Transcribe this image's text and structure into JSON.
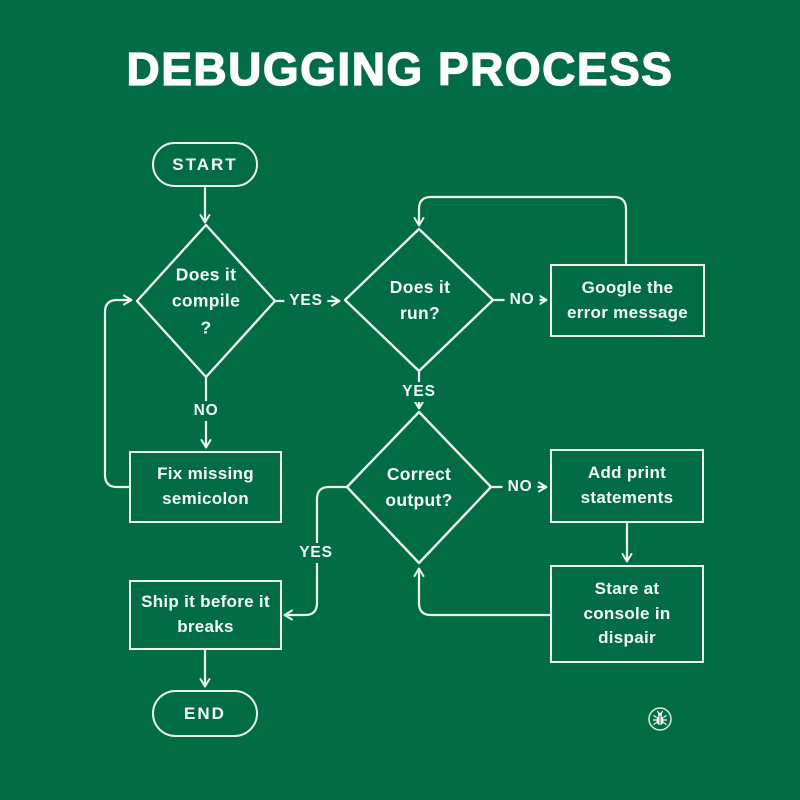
{
  "title": "DEBUGGING PROCESS",
  "colors": {
    "background": "#026c46",
    "line": "#edf5f0",
    "text": "#fdfefd"
  },
  "nodes": {
    "start": {
      "label": "START"
    },
    "compile": {
      "line1": "Does it",
      "line2": "compile",
      "line3": "?"
    },
    "run": {
      "line1": "Does it",
      "line2": "run?"
    },
    "google": {
      "line1": "Google the",
      "line2": "error message"
    },
    "fix": {
      "line1": "Fix missing",
      "line2": "semicolon"
    },
    "correct": {
      "line1": "Correct",
      "line2": "output?"
    },
    "addprint": {
      "line1": "Add print",
      "line2": "statements"
    },
    "stare": {
      "line1": "Stare at",
      "line2": "console in",
      "line3": "dispair"
    },
    "ship": {
      "line1": "Ship it before it",
      "line2": "breaks"
    },
    "end": {
      "label": "END"
    }
  },
  "edge_labels": {
    "compile_to_run": "YES",
    "run_to_google": "NO",
    "compile_to_fix": "NO",
    "run_to_correct": "YES",
    "correct_to_addprint": "NO",
    "correct_to_ship": "YES"
  },
  "icons": {
    "bug": "bug-icon"
  }
}
